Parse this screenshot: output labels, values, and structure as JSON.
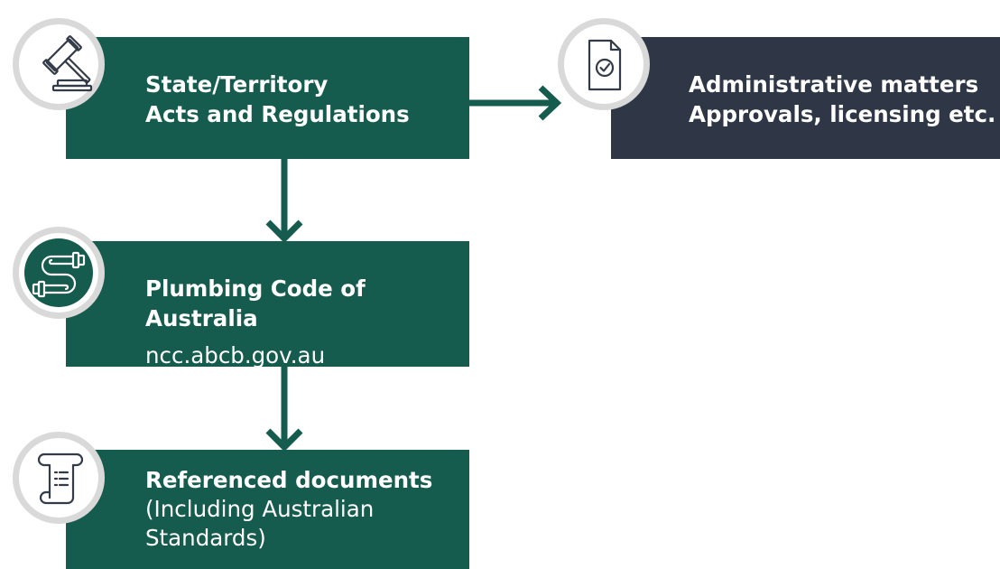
{
  "nodes": {
    "acts": {
      "line1": "State/Territory",
      "line2": "Acts and Regulations",
      "icon": "gavel-icon"
    },
    "admin": {
      "line1": "Administrative matters",
      "line2": "Approvals, licensing etc.",
      "icon": "document-check-icon"
    },
    "plumbing": {
      "title": "Plumbing Code of Australia",
      "url": "ncc.abcb.gov.au",
      "icon": "pipe-icon"
    },
    "referenced": {
      "title": "Referenced documents",
      "line2": "(Including Australian",
      "line3": "Standards)",
      "icon": "scroll-icon"
    }
  },
  "colors": {
    "green": "#155c4e",
    "navy": "#2f3746",
    "circle_border": "#d9d9d9",
    "icon_stroke": "#333b48"
  }
}
